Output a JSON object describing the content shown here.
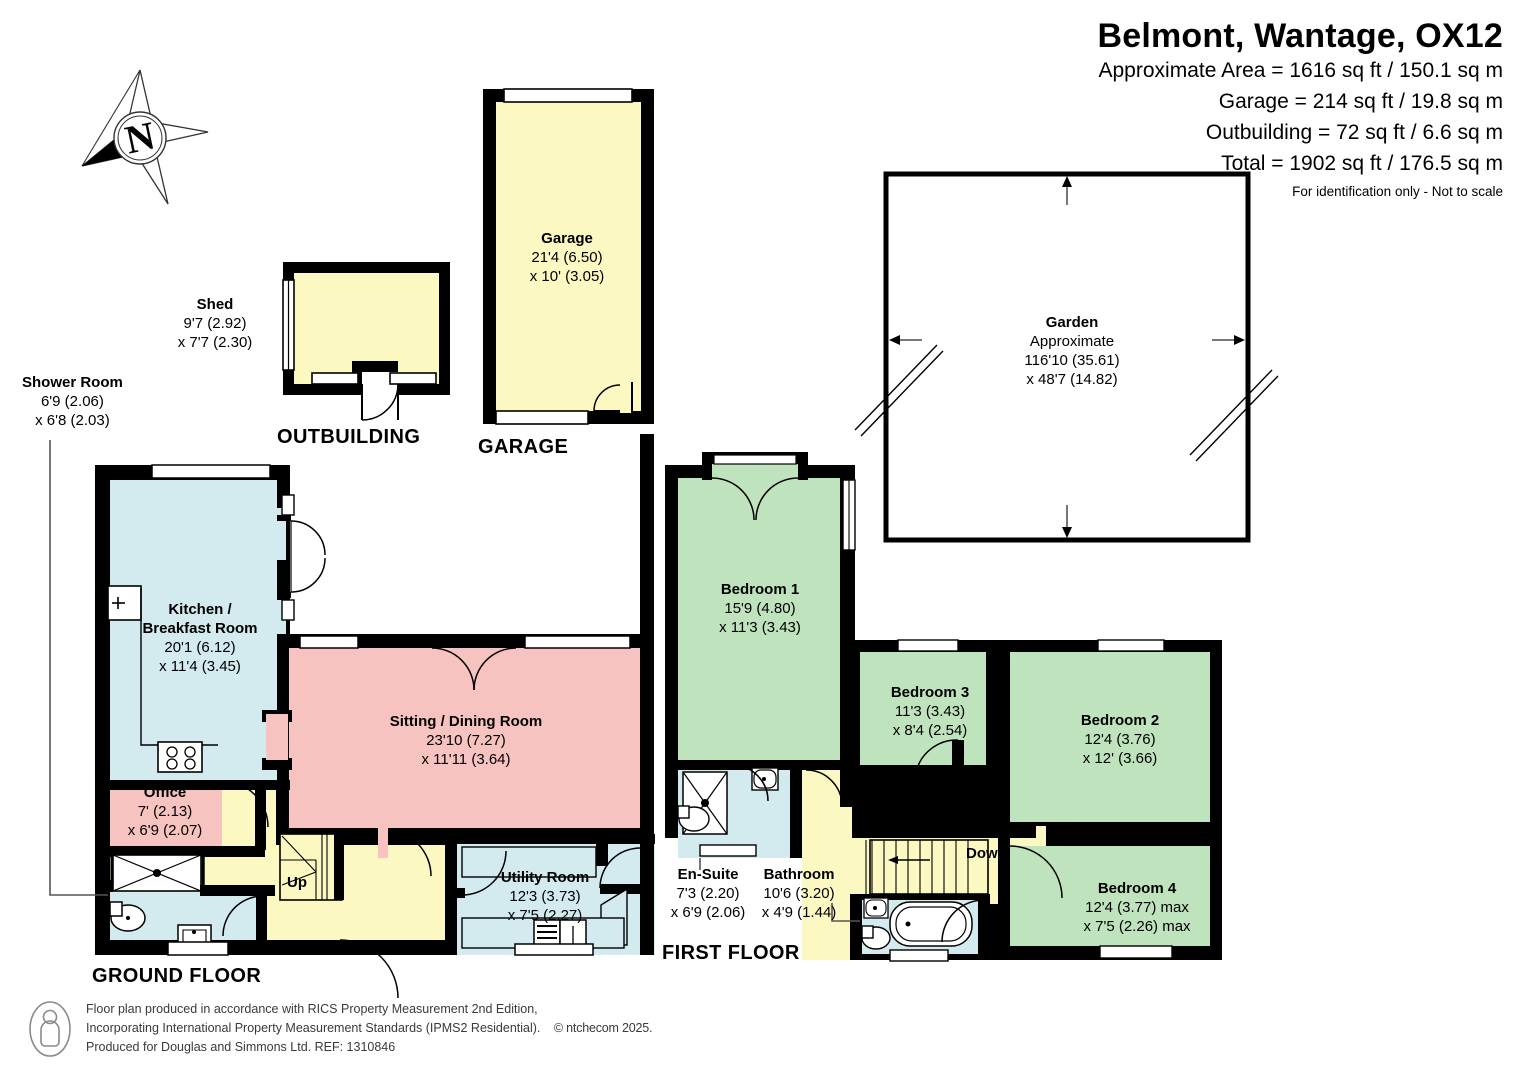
{
  "header": {
    "title": "Belmont, Wantage, OX12",
    "areas": [
      "Approximate Area = 1616 sq ft / 150.1 sq m",
      "Garage = 214 sq ft / 19.8 sq m",
      "Outbuilding = 72 sq ft / 6.6 sq m",
      "Total = 1902 sq ft / 176.5 sq m"
    ],
    "disclaimer": "For identification only - Not to scale"
  },
  "compass": {
    "letter": "N"
  },
  "floor_captions": {
    "outbuilding": "OUTBUILDING",
    "garage": "GARAGE",
    "ground": "GROUND FLOOR",
    "first": "FIRST FLOOR"
  },
  "rooms": {
    "shed": {
      "name": "Shed",
      "dim1": "9'7 (2.92)",
      "dim2": "x 7'7 (2.30)"
    },
    "garage": {
      "name": "Garage",
      "dim1": "21'4 (6.50)",
      "dim2": "x 10' (3.05)"
    },
    "garden": {
      "name": "Garden",
      "sub": "Approximate",
      "dim1": "116'10 (35.61)",
      "dim2": "x 48'7 (14.82)"
    },
    "shower": {
      "name": "Shower Room",
      "dim1": "6'9 (2.06)",
      "dim2": "x 6'8 (2.03)"
    },
    "kitchen": {
      "name1": "Kitchen /",
      "name2": "Breakfast Room",
      "dim1": "20'1 (6.12)",
      "dim2": "x 11'4 (3.45)"
    },
    "office": {
      "name": "Office",
      "dim1": "7' (2.13)",
      "dim2": "x 6'9 (2.07)"
    },
    "sitting": {
      "name": "Sitting / Dining Room",
      "dim1": "23'10 (7.27)",
      "dim2": "x 11'11 (3.64)"
    },
    "utility": {
      "name": "Utility Room",
      "dim1": "12'3 (3.73)",
      "dim2": "x 7'5 (2.27)"
    },
    "bedroom1": {
      "name": "Bedroom 1",
      "dim1": "15'9 (4.80)",
      "dim2": "x 11'3 (3.43)"
    },
    "bedroom2": {
      "name": "Bedroom 2",
      "dim1": "12'4 (3.76)",
      "dim2": "x 12' (3.66)"
    },
    "bedroom3": {
      "name": "Bedroom 3",
      "dim1": "11'3 (3.43)",
      "dim2": "x 8'4 (2.54)"
    },
    "bedroom4": {
      "name": "Bedroom 4",
      "dim1": "12'4 (3.77) max",
      "dim2": "x 7'5 (2.26) max"
    },
    "ensuite": {
      "name": "En-Suite",
      "dim1": "7'3 (2.20)",
      "dim2": "x 6'9 (2.06)"
    },
    "bathroom": {
      "name": "Bathroom",
      "dim1": "10'6 (3.20)",
      "dim2": "x 4'9 (1.44)"
    }
  },
  "stairs": {
    "up": "Up",
    "down": "Down"
  },
  "footer": {
    "line1": "Floor plan produced in accordance with RICS Property Measurement 2nd Edition,",
    "line2a": "Incorporating International Property Measurement Standards (IPMS2 Residential).",
    "line2b": "© ntchecom 2025.",
    "line3": "Produced for Douglas and Simmons Ltd.   REF: 1310846"
  },
  "colors": {
    "wall": "#000000",
    "kitchen_blue": "#d3eaee",
    "sitting_pink": "#f7c3c0",
    "bedroom_green": "#bfe3bd",
    "hall_yellow": "#fbf8c2",
    "white": "#ffffff"
  }
}
